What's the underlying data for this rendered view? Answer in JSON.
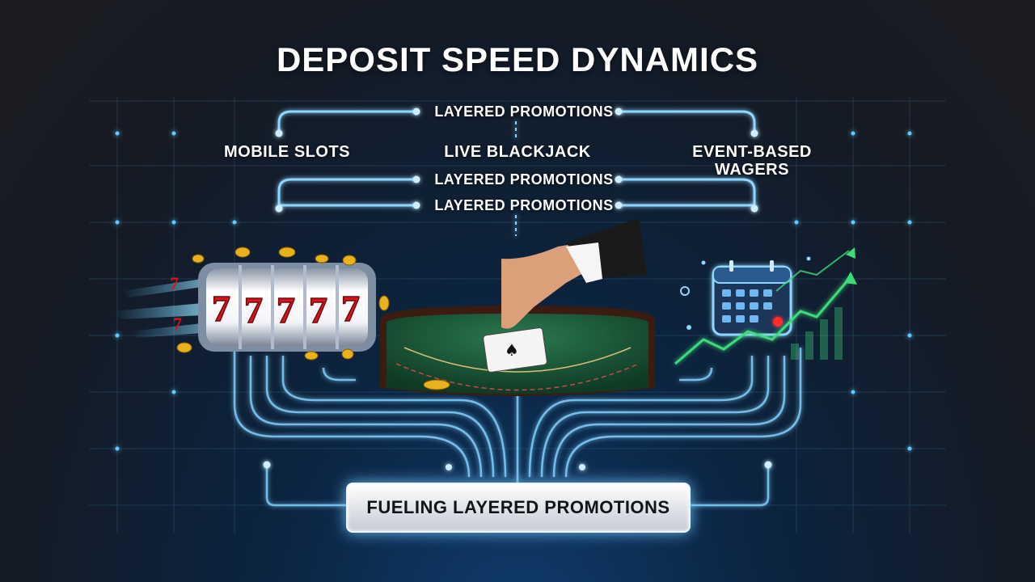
{
  "title": "DEPOSIT SPEED DYNAMICS",
  "promo_labels": [
    "LAYERED PROMOTIONS",
    "LAYERED PROMOTIONS",
    "LAYERED PROMOTIONS"
  ],
  "columns": [
    {
      "label": "MOBILE SLOTS",
      "icon": "slot-machine-icon"
    },
    {
      "label": "LIVE BLACKJACK",
      "icon": "blackjack-table-icon"
    },
    {
      "label": "EVENT-BASED\nWAGERS",
      "icon": "calendar-growth-icon"
    }
  ],
  "footer_box": "FUELING LAYERED PROMOTIONS",
  "slot_symbols": [
    "7",
    "7",
    "7",
    "7",
    "7",
    "7",
    "7"
  ],
  "colors": {
    "glow": "#5ec8ff",
    "line": "#8fd6ff",
    "felt": "#1f5a3a",
    "growth": "#3cdc7a",
    "seven_red": "#d8141c",
    "coin_gold": "#e8b21c"
  }
}
